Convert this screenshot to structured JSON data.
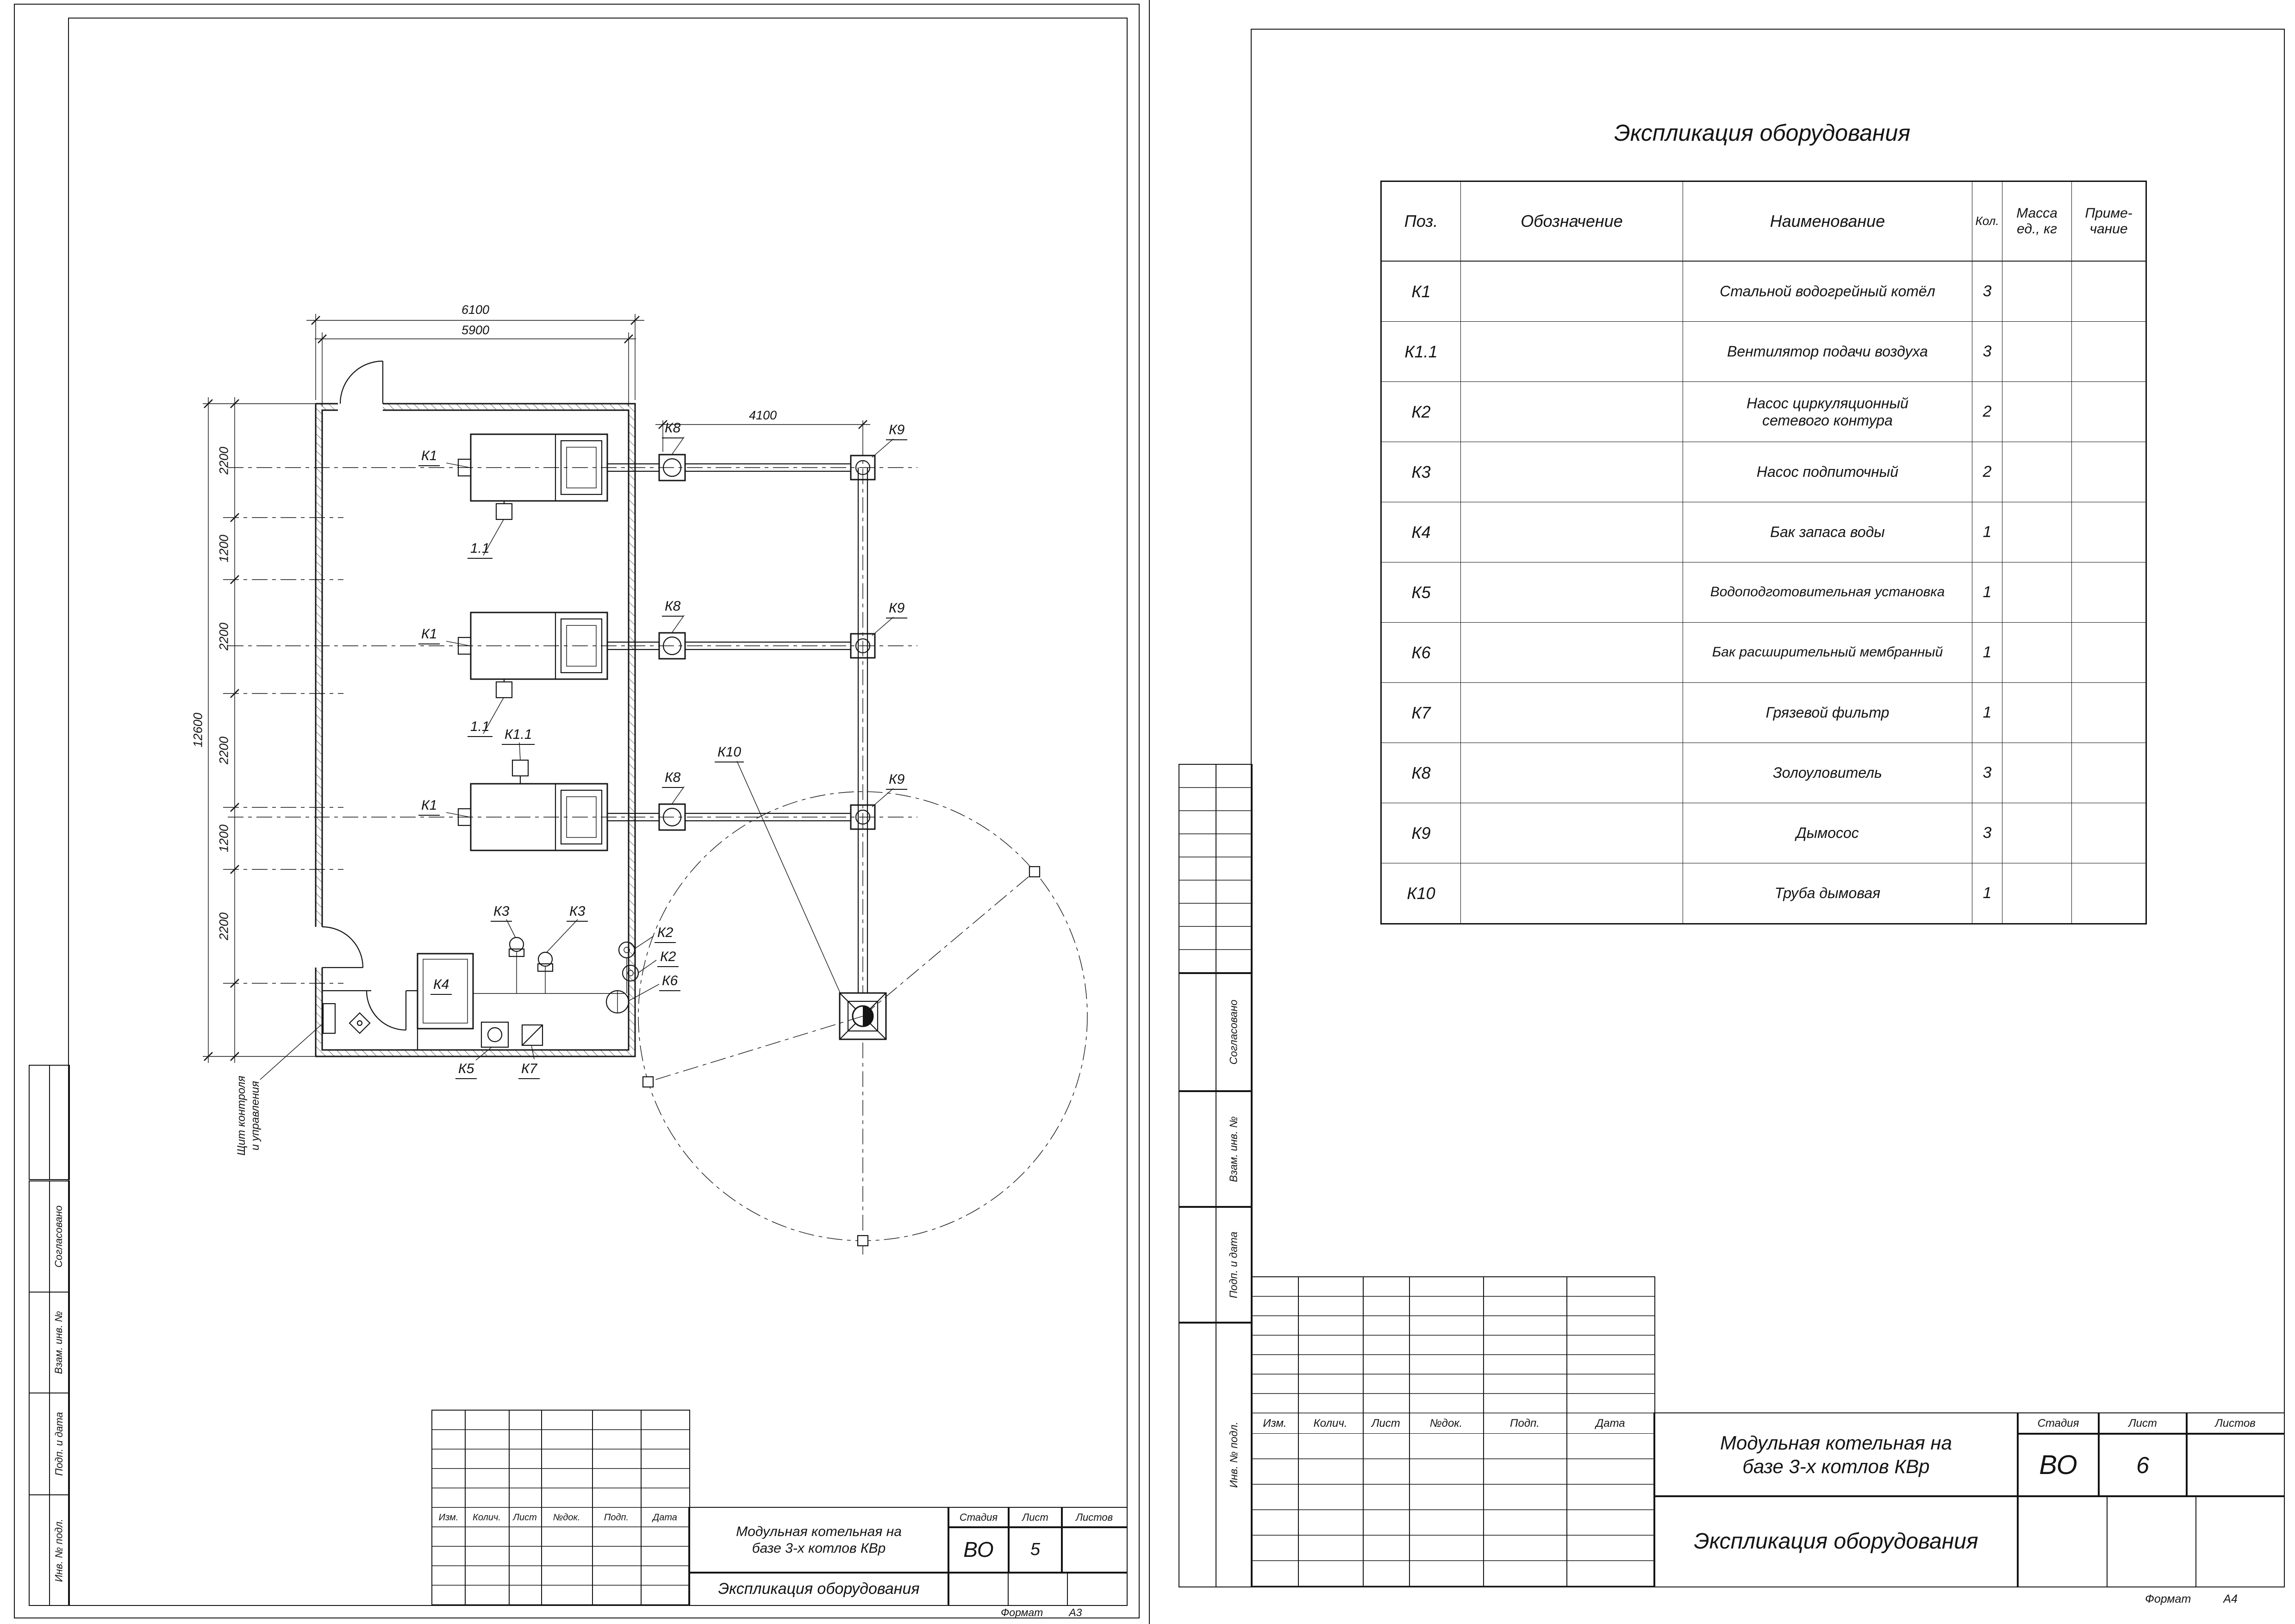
{
  "left_sheet": {
    "plan": {
      "dims": {
        "width_outer": "6100",
        "width_inner": "5900",
        "flue_span": "4100",
        "chain": [
          "2200",
          "1200",
          "2200",
          "2200",
          "1200",
          "2200"
        ],
        "overall": "12600"
      },
      "labels": {
        "k1": "К1",
        "k11_short": "1.1",
        "k11": "К1.1",
        "k2": "К2",
        "k3": "К3",
        "k4": "К4",
        "k5": "К5",
        "k6": "К6",
        "k7": "К7",
        "k8": "К8",
        "k9": "К9",
        "k10": "К10"
      },
      "notes": {
        "control_panel_1": "Щит контроля",
        "control_panel_2": "и управления"
      }
    },
    "stamp": {
      "revision_headers": [
        "Изм.",
        "Колич.",
        "Лист",
        "№док.",
        "Подп.",
        "Дата"
      ],
      "doc_name_1": "Модульная котельная на",
      "doc_name_2": "базе 3-х котлов КВр",
      "doc_title": "Экспликация оборудования",
      "stage_label": "Стадия",
      "sheet_label": "Лист",
      "sheets_label": "Листов",
      "stage": "ВО",
      "sheet_no": "5",
      "format_label": "Формат",
      "format": "А3"
    },
    "margin_labels": [
      "Согласовано",
      "Взам. инв. №",
      "Подп. и дата",
      "Инв. № подл."
    ]
  },
  "right_sheet": {
    "table": {
      "title": "Экспликация оборудования",
      "headers": {
        "pos": "Поз.",
        "designation": "Обозначение",
        "name": "Наименование",
        "qty": "Кол.",
        "mass_1": "Масса",
        "mass_2": "ед., кг",
        "note_1": "Приме-",
        "note_2": "чание"
      },
      "rows": [
        {
          "pos": "К1",
          "name": "Стальной водогрейный котёл",
          "qty": "3"
        },
        {
          "pos": "К1.1",
          "name": "Вентилятор подачи воздуха",
          "qty": "3"
        },
        {
          "pos": "К2",
          "name": "Насос циркуляционный",
          "name_2": "сетевого контура",
          "qty": "2"
        },
        {
          "pos": "К3",
          "name": "Насос подпиточный",
          "qty": "2"
        },
        {
          "pos": "К4",
          "name": "Бак запаса воды",
          "qty": "1"
        },
        {
          "pos": "К5",
          "name": "Водоподготовительная установка",
          "qty": "1"
        },
        {
          "pos": "К6",
          "name": "Бак расширительный мембранный",
          "qty": "1"
        },
        {
          "pos": "К7",
          "name": "Грязевой фильтр",
          "qty": "1"
        },
        {
          "pos": "К8",
          "name": "Золоуловитель",
          "qty": "3"
        },
        {
          "pos": "К9",
          "name": "Дымосос",
          "qty": "3"
        },
        {
          "pos": "К10",
          "name": "Труба дымовая",
          "qty": "1"
        }
      ]
    },
    "stamp": {
      "revision_headers": [
        "Изм.",
        "Колич.",
        "Лист",
        "№док.",
        "Подп.",
        "Дата"
      ],
      "doc_name_1": "Модульная котельная на",
      "doc_name_2": "базе 3-х котлов КВр",
      "doc_title": "Экспликация оборудования",
      "stage_label": "Стадия",
      "sheet_label": "Лист",
      "sheets_label": "Листов",
      "stage": "ВО",
      "sheet_no": "6",
      "format_label": "Формат",
      "format": "А4"
    },
    "margin_labels": [
      "Согласовано",
      "Взам. инв. №",
      "Подп. и дата",
      "Инв. № подл."
    ]
  }
}
